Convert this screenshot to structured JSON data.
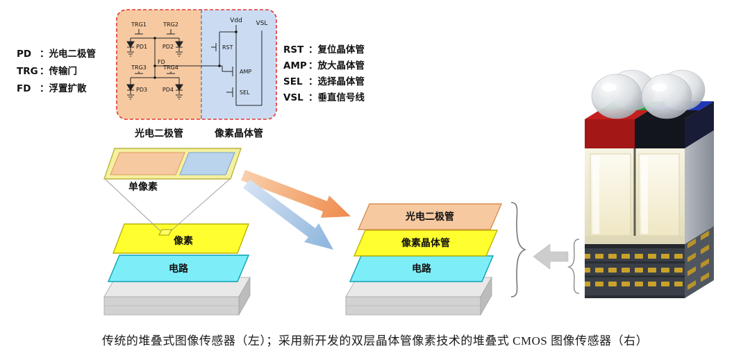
{
  "legend_left": {
    "items": [
      {
        "abbr": "PD",
        "sep": "：",
        "label": "光电二极管"
      },
      {
        "abbr": "TRG",
        "sep": "：",
        "label": "传输门"
      },
      {
        "abbr": "FD",
        "sep": "：",
        "label": "浮置扩散"
      }
    ]
  },
  "legend_right": {
    "items": [
      {
        "abbr": "RST",
        "sep": "：",
        "label": "复位晶体管"
      },
      {
        "abbr": "AMP",
        "sep": "：",
        "label": "放大晶体管"
      },
      {
        "abbr": "SEL",
        "sep": "：",
        "label": "选择晶体管"
      },
      {
        "abbr": "VSL",
        "sep": "：",
        "label": "垂直信号线"
      }
    ]
  },
  "circuit": {
    "trg1": "TRG1",
    "trg2": "TRG2",
    "trg3": "TRG3",
    "trg4": "TRG4",
    "pd1": "PD1",
    "pd2": "PD2",
    "pd3": "PD3",
    "pd4": "PD4",
    "fd": "FD",
    "vdd": "Vdd",
    "vsl": "VSL",
    "rst": "RST",
    "amp": "AMP",
    "sel": "SEL",
    "photodiode_section": "光电二极管",
    "pixel_transistor_section": "像素晶体管"
  },
  "left_stack": {
    "single_pixel": "单像素",
    "pixel": "像素",
    "circuit": "电路"
  },
  "right_stack": {
    "photodiode": "光电二极管",
    "pixel_transistor": "像素晶体管",
    "circuit": "电路"
  },
  "caption": "传统的堆叠式图像传感器（左）；采用新开发的双层晶体管像素技术的堆叠式 CMOS 图像传感器（右）",
  "colors": {
    "photodiode_region": "#f6c9a1",
    "transistor_region": "#cbdcf2",
    "dashed_border": "#e53530",
    "region_divider": "#4a74c8",
    "single_pixel_frame": "#f4f0a0",
    "pixel_pink": "#f6c9a1",
    "pixel_blue": "#bad4ee",
    "layer_yellow": "#ffff2f",
    "layer_cyan": "#7deef8",
    "layer_pink": "#f6c9a1",
    "base_gray": "#e9e9e9",
    "arrow_orange": "#ee8a4c",
    "arrow_blue": "#8cb4dc",
    "arrow_gray": "#cdcdcd",
    "sensor_red": "#c41f1f",
    "sensor_green": "#1d9e3a",
    "sensor_blue": "#2038b8",
    "sensor_dark": "#14172e",
    "sensor_body": "#f5f1dc",
    "sensor_base": "#3a3f47",
    "sensor_gold": "#c9a22a"
  }
}
